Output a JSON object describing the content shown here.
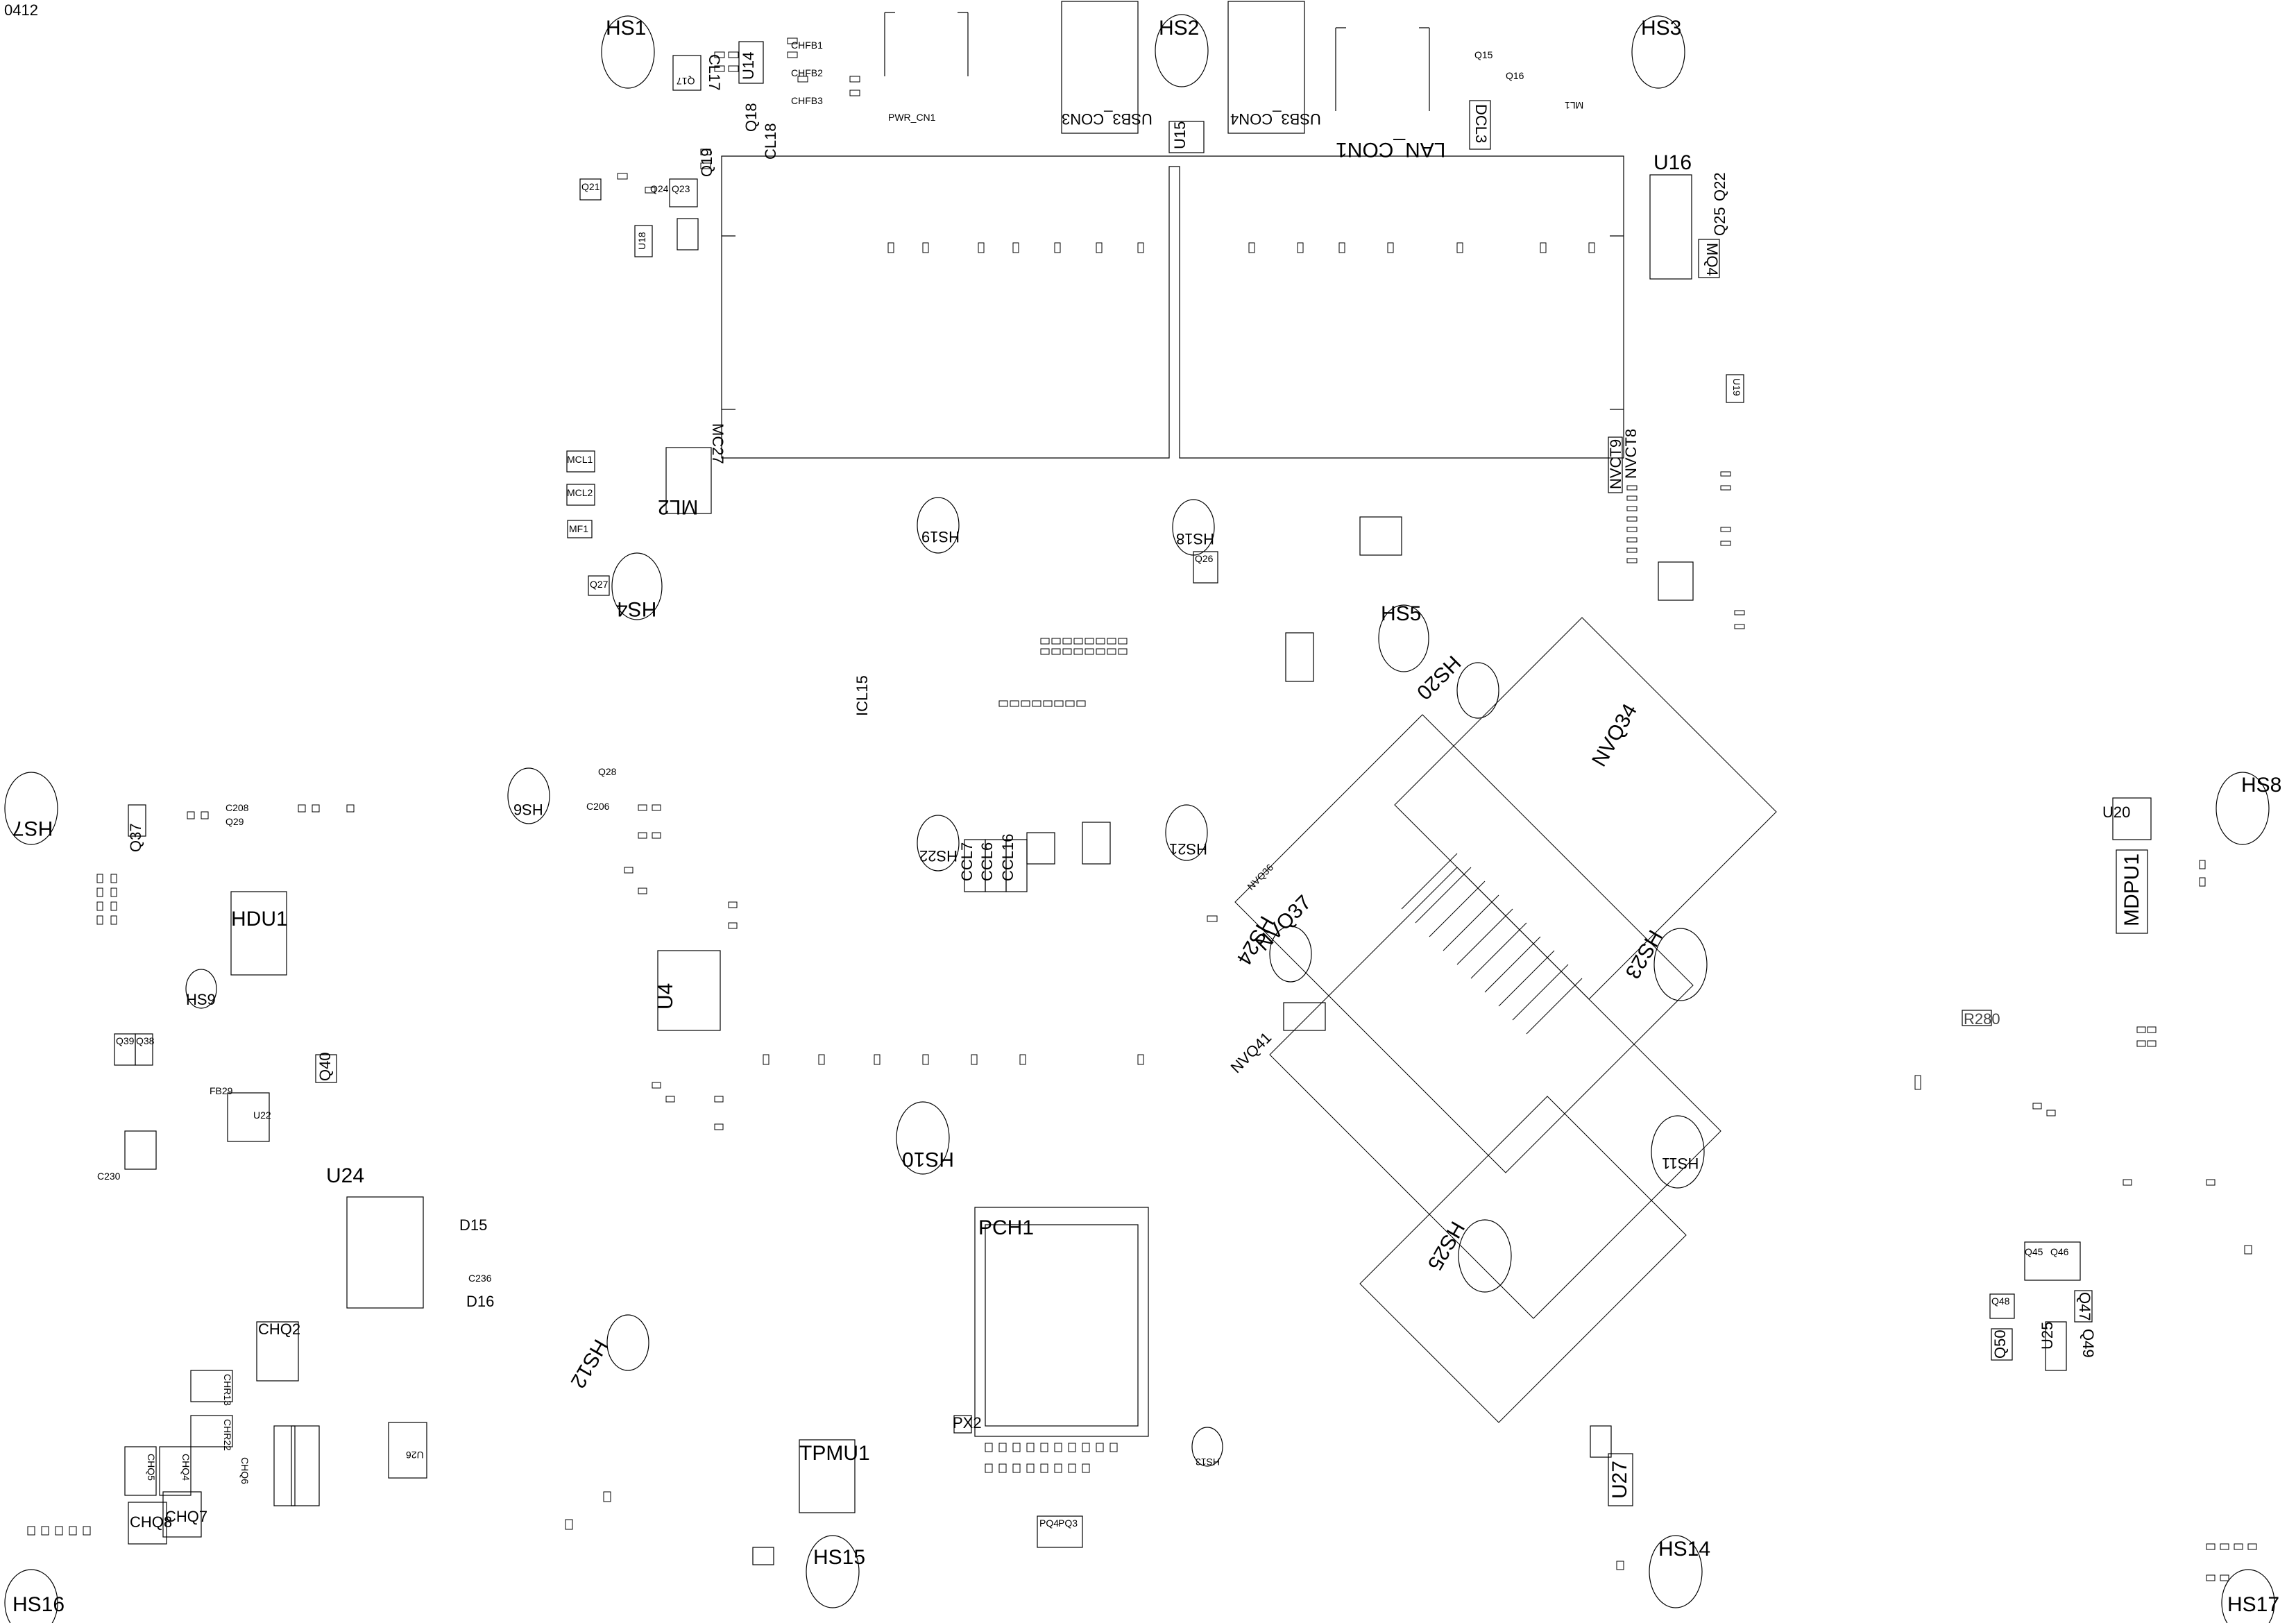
{
  "board_code": "0412",
  "heatsinks": {
    "hs1": "HS1",
    "hs2": "HS2",
    "hs3": "HS3",
    "hs4": "HS4",
    "hs5": "HS5",
    "hs6": "HS6",
    "hs7": "HS7",
    "hs8": "HS8",
    "hs9": "HS9",
    "hs10": "HS10",
    "hs11": "HS11",
    "hs12": "HS12",
    "hs13": "HS13",
    "hs14": "HS14",
    "hs15": "HS15",
    "hs16": "HS16",
    "hs17": "HS17",
    "hs18": "HS18",
    "hs19": "HS19",
    "hs20": "HS20",
    "hs21": "HS21",
    "hs22": "HS22",
    "hs23": "HS23",
    "hs24": "HS24",
    "hs25": "HS25"
  },
  "connectors": {
    "usb3_con3": "USB3_CON3",
    "usb3_con4": "USB3_CON4",
    "lan_con1": "LAN_CON1",
    "pwr_cn1": "PWR_CN1"
  },
  "chips": {
    "u16": "U16",
    "u14": "U14",
    "u4": "U4",
    "u20": "U20",
    "u24": "U24",
    "u27": "U27",
    "u22": "U22",
    "u25": "U25",
    "u26": "U26",
    "u18": "U18",
    "u19": "U19",
    "u15": "U15",
    "pch1": "PCH1",
    "tpmu1": "TPMU1",
    "hdu1": "HDU1",
    "mdpu1": "MDPU1",
    "nvq37": "NVQ37",
    "nvq34": "NVQ34",
    "nvq41": "NVQ41",
    "nvq36": "NVQ36",
    "ml2": "ML2",
    "ml1": "ML1",
    "mc27": "MC27",
    "mcl1": "MCL1",
    "mcl2": "MCL2",
    "mf1": "MF1",
    "mq4": "MQ4",
    "dcl3": "DCL3",
    "chq2": "CHQ2",
    "chr13": "CHR13",
    "chr22": "CHR22",
    "chq6": "CHQ6",
    "chq7": "CHQ7",
    "chq8": "CHQ8",
    "chq4": "CHQ4",
    "chq5": "CHQ5",
    "nvct8": "NVCT8",
    "nvct9": "NVCT9"
  },
  "passives": {
    "q15": "Q15",
    "q16": "Q16",
    "q17": "Q17",
    "q18": "Q18",
    "q19": "Q19",
    "q21": "Q21",
    "q22": "Q22",
    "q23": "Q23",
    "q24": "Q24",
    "q25": "Q25",
    "q26": "Q26",
    "q27": "Q27",
    "q28": "Q28",
    "q29": "Q29",
    "q37": "Q37",
    "q38": "Q38",
    "q39": "Q39",
    "q40": "Q40",
    "q45": "Q45",
    "q46": "Q46",
    "q47": "Q47",
    "q48": "Q48",
    "q49": "Q49",
    "q50": "Q50",
    "cl17": "CL17",
    "cl18": "CL18",
    "icl15": "ICL15",
    "ccl7": "CCL7",
    "ccl6": "CCL6",
    "ccl16": "CCL16",
    "d15": "D15",
    "d16": "D16",
    "r280": "R280",
    "fb29": "FB29",
    "chfb1": "CHFB1",
    "chfb2": "CHFB2",
    "chfb3": "CHFB3",
    "px2": "PX2",
    "pq3": "PQ3",
    "pq4": "PQ4",
    "c206": "C206",
    "c208": "C208",
    "c230": "C230",
    "c236": "C236"
  }
}
